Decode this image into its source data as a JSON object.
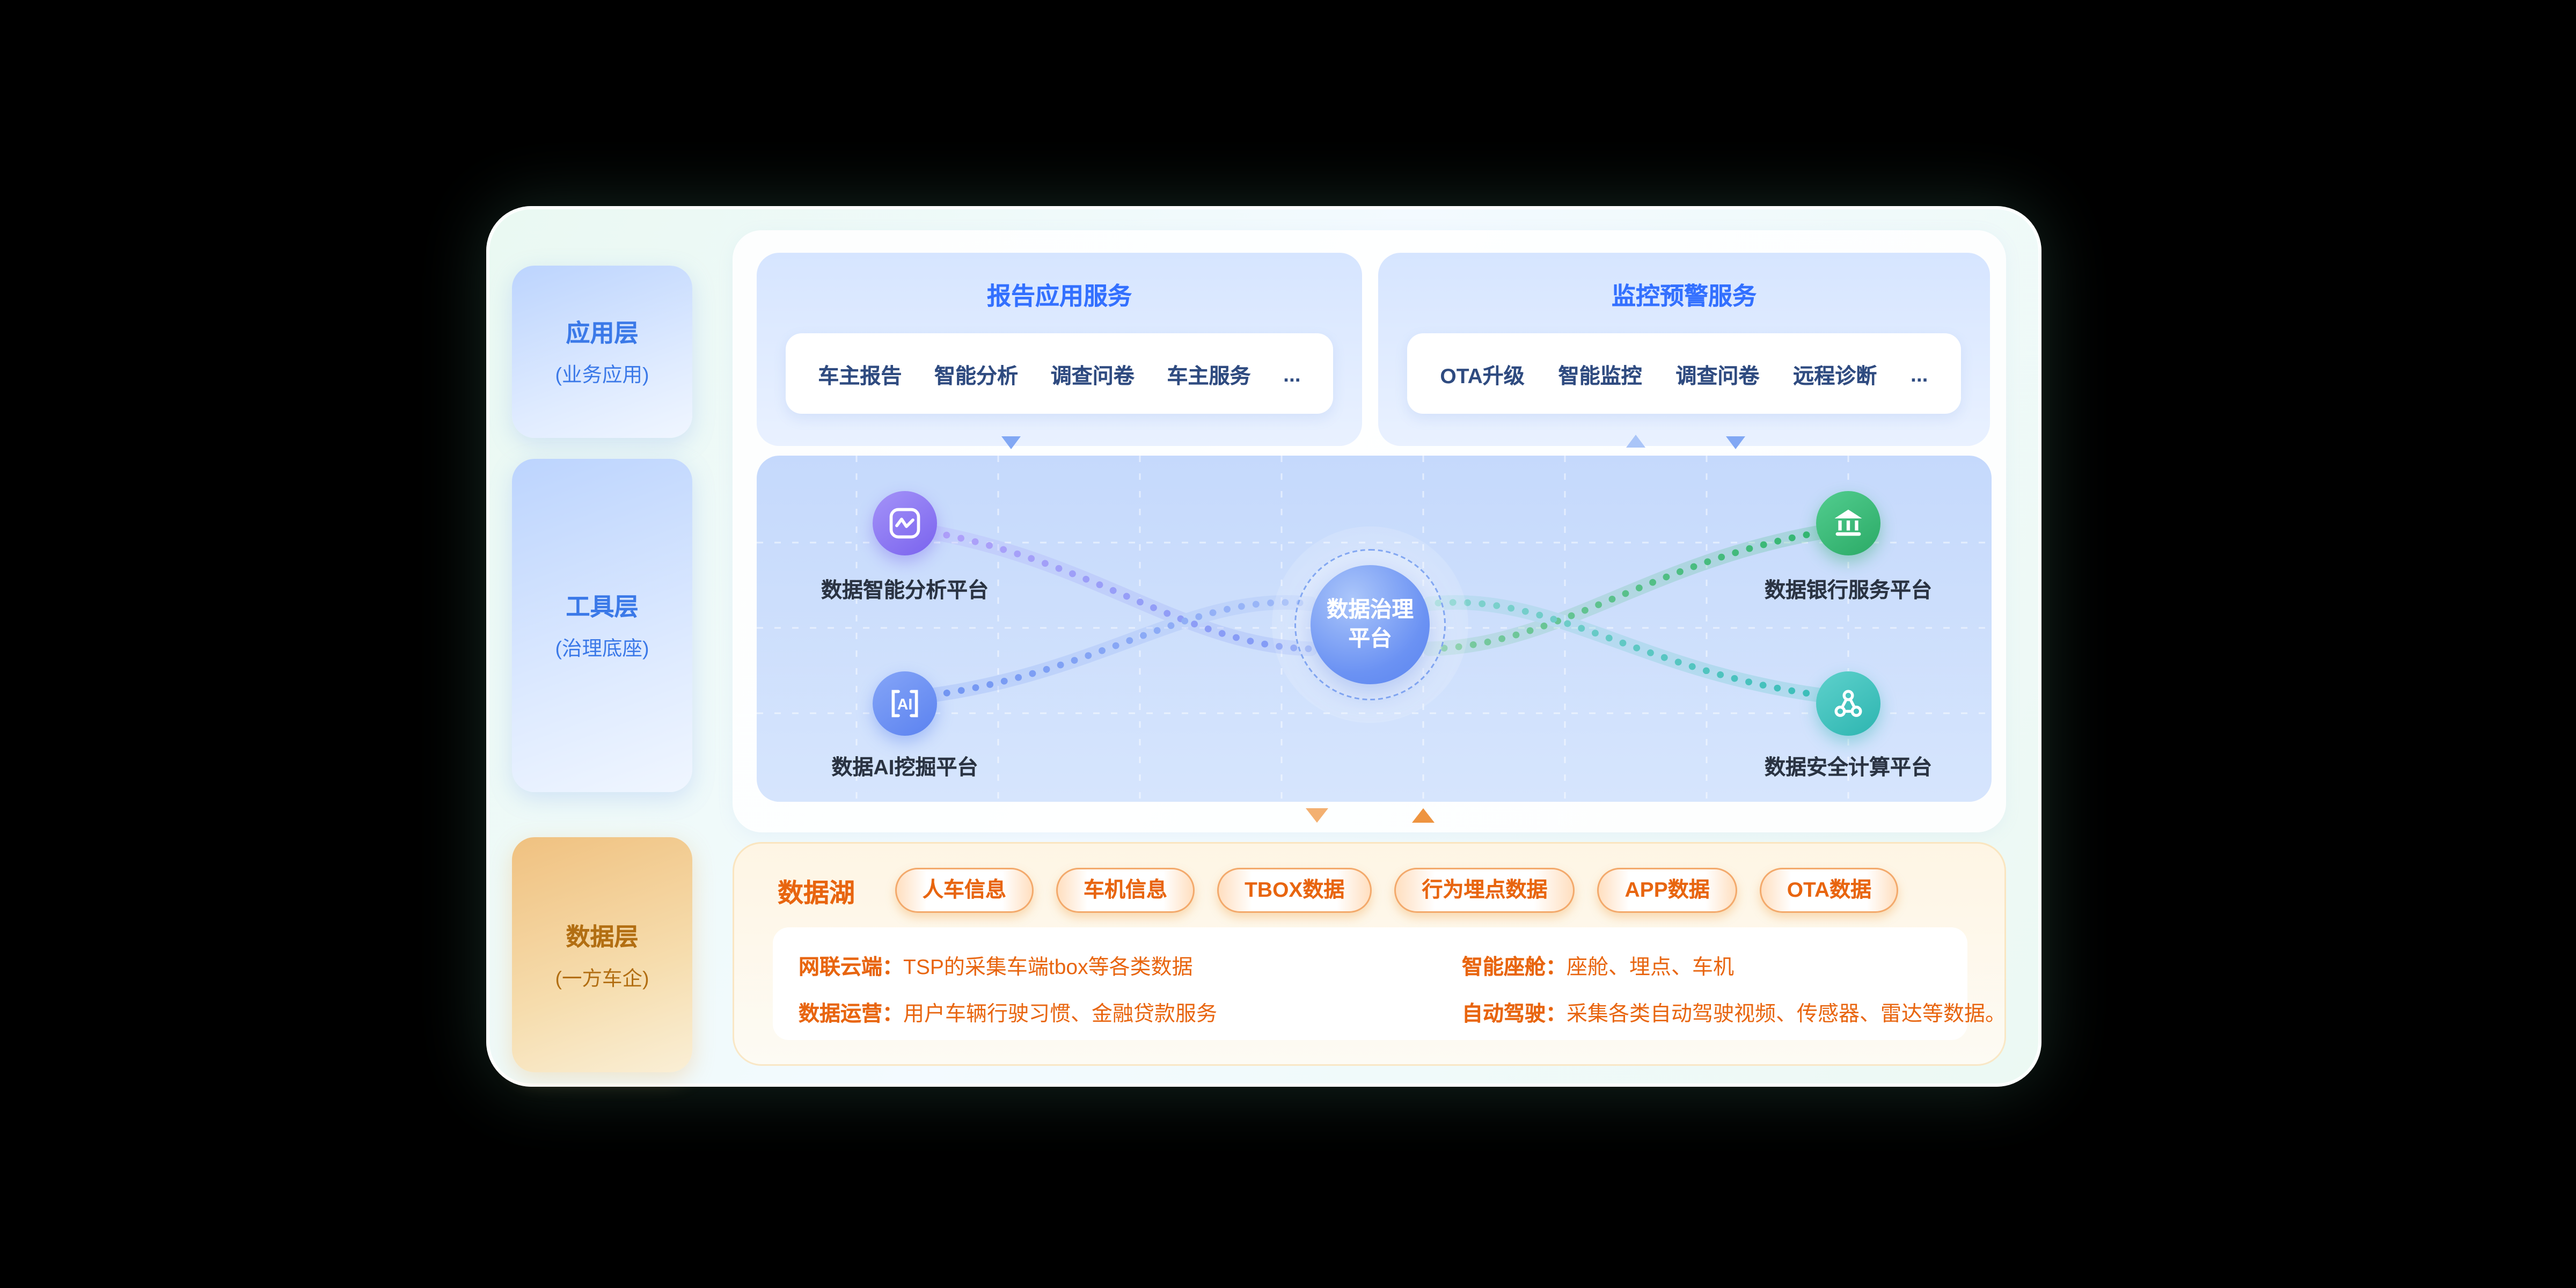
{
  "colors": {
    "accent_blue": "#3370FF",
    "accent_orange": "#E8650F",
    "node_purple": "#7A63EE",
    "node_blue": "#5B82F0",
    "node_green": "#2BAA66",
    "node_teal": "#2DB5B0"
  },
  "layers": {
    "app": {
      "title": "应用层",
      "subtitle": "(业务应用)"
    },
    "tool": {
      "title": "工具层",
      "subtitle": "(治理底座)"
    },
    "data": {
      "title": "数据层",
      "subtitle": "(一方车企)"
    }
  },
  "services": {
    "report": {
      "title": "报告应用服务",
      "items": [
        "车主报告",
        "智能分析",
        "调查问卷",
        "车主服务",
        "..."
      ]
    },
    "monitor": {
      "title": "监控预警服务",
      "items": [
        "OTA升级",
        "智能监控",
        "调查问卷",
        "远程诊断",
        "..."
      ]
    }
  },
  "platform": {
    "hub_line1": "数据治理",
    "hub_line2": "平台",
    "nodes": [
      {
        "id": "analysis",
        "label": "数据智能分析平台",
        "icon": "pulse-chart-icon"
      },
      {
        "id": "ai",
        "label": "数据AI挖掘平台",
        "icon": "ai-icon"
      },
      {
        "id": "bank",
        "label": "数据银行服务平台",
        "icon": "bank-icon"
      },
      {
        "id": "security",
        "label": "数据安全计算平台",
        "icon": "share-nodes-icon"
      }
    ]
  },
  "datalake": {
    "title": "数据湖",
    "tags": [
      "人车信息",
      "车机信息",
      "TBOX数据",
      "行为埋点数据",
      "APP数据",
      "OTA数据"
    ],
    "details": [
      {
        "label": "网联云端：",
        "text": "TSP的采集车端tbox等各类数据"
      },
      {
        "label": "智能座舱：",
        "text": "座舱、埋点、车机"
      },
      {
        "label": "数据运营：",
        "text": "用户车辆行驶习惯、金融贷款服务"
      },
      {
        "label": "自动驾驶：",
        "text": "采集各类自动驾驶视频、传感器、雷达等数据。"
      }
    ]
  }
}
